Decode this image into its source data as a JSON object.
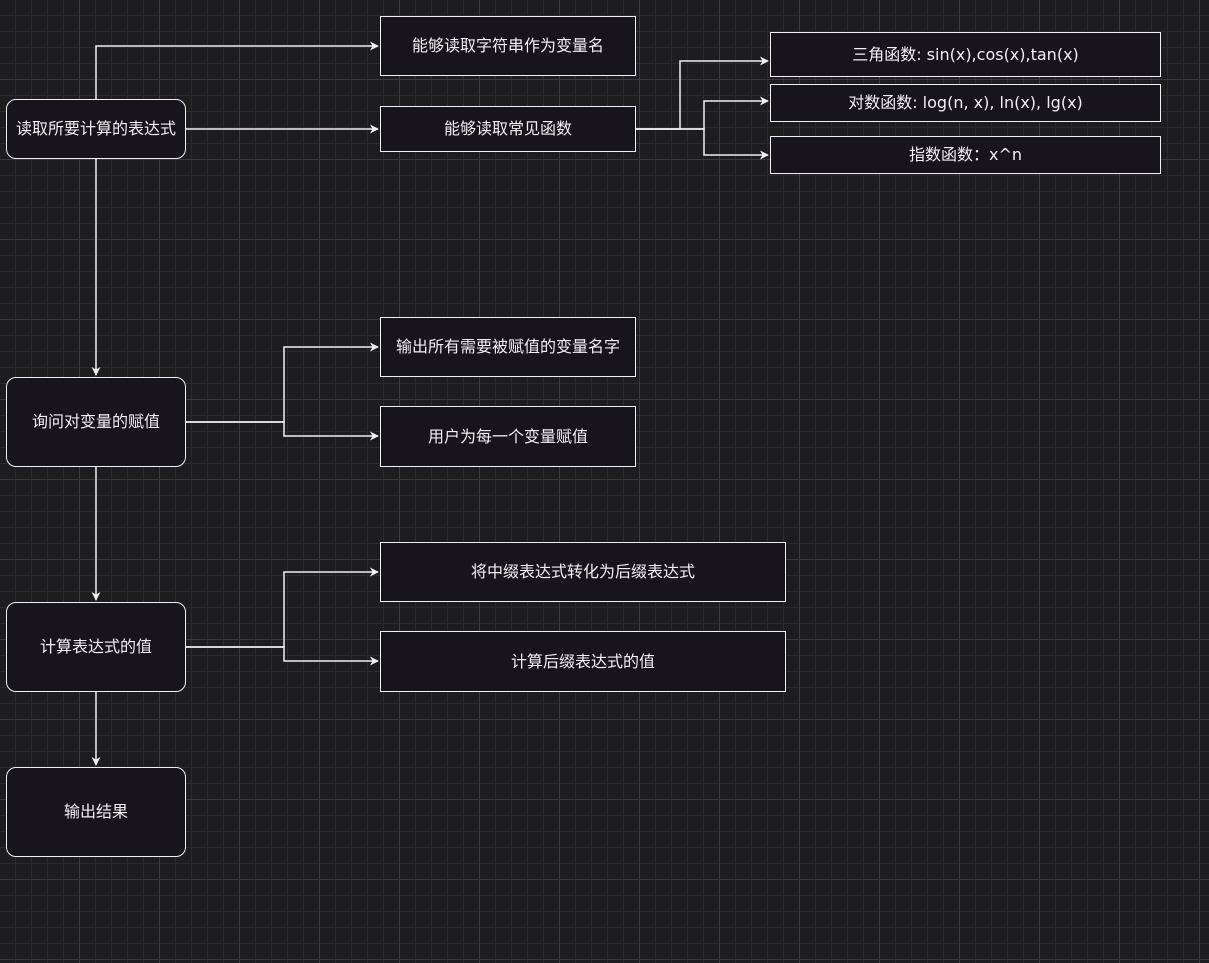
{
  "nodes": {
    "read_expression": "读取所要计算的表达式",
    "read_var_names": "能够读取字符串作为变量名",
    "read_common_funcs": "能够读取常见函数",
    "trig_funcs": "三角函数: sin(x),cos(x),tan(x)",
    "log_funcs": "对数函数: log(n, x), ln(x), lg(x)",
    "exp_funcs": "指数函数：x^n",
    "ask_assignment": "询问对变量的赋值",
    "output_var_names": "输出所有需要被赋值的变量名字",
    "user_assign": "用户为每一个变量赋值",
    "compute_value": "计算表达式的值",
    "infix_to_postfix": "将中缀表达式转化为后缀表达式",
    "eval_postfix": "计算后缀表达式的值",
    "output_result": "输出结果"
  },
  "colors": {
    "background": "#1d1c1f",
    "node_fill": "#18141d",
    "stroke": "#f0f0f0"
  }
}
